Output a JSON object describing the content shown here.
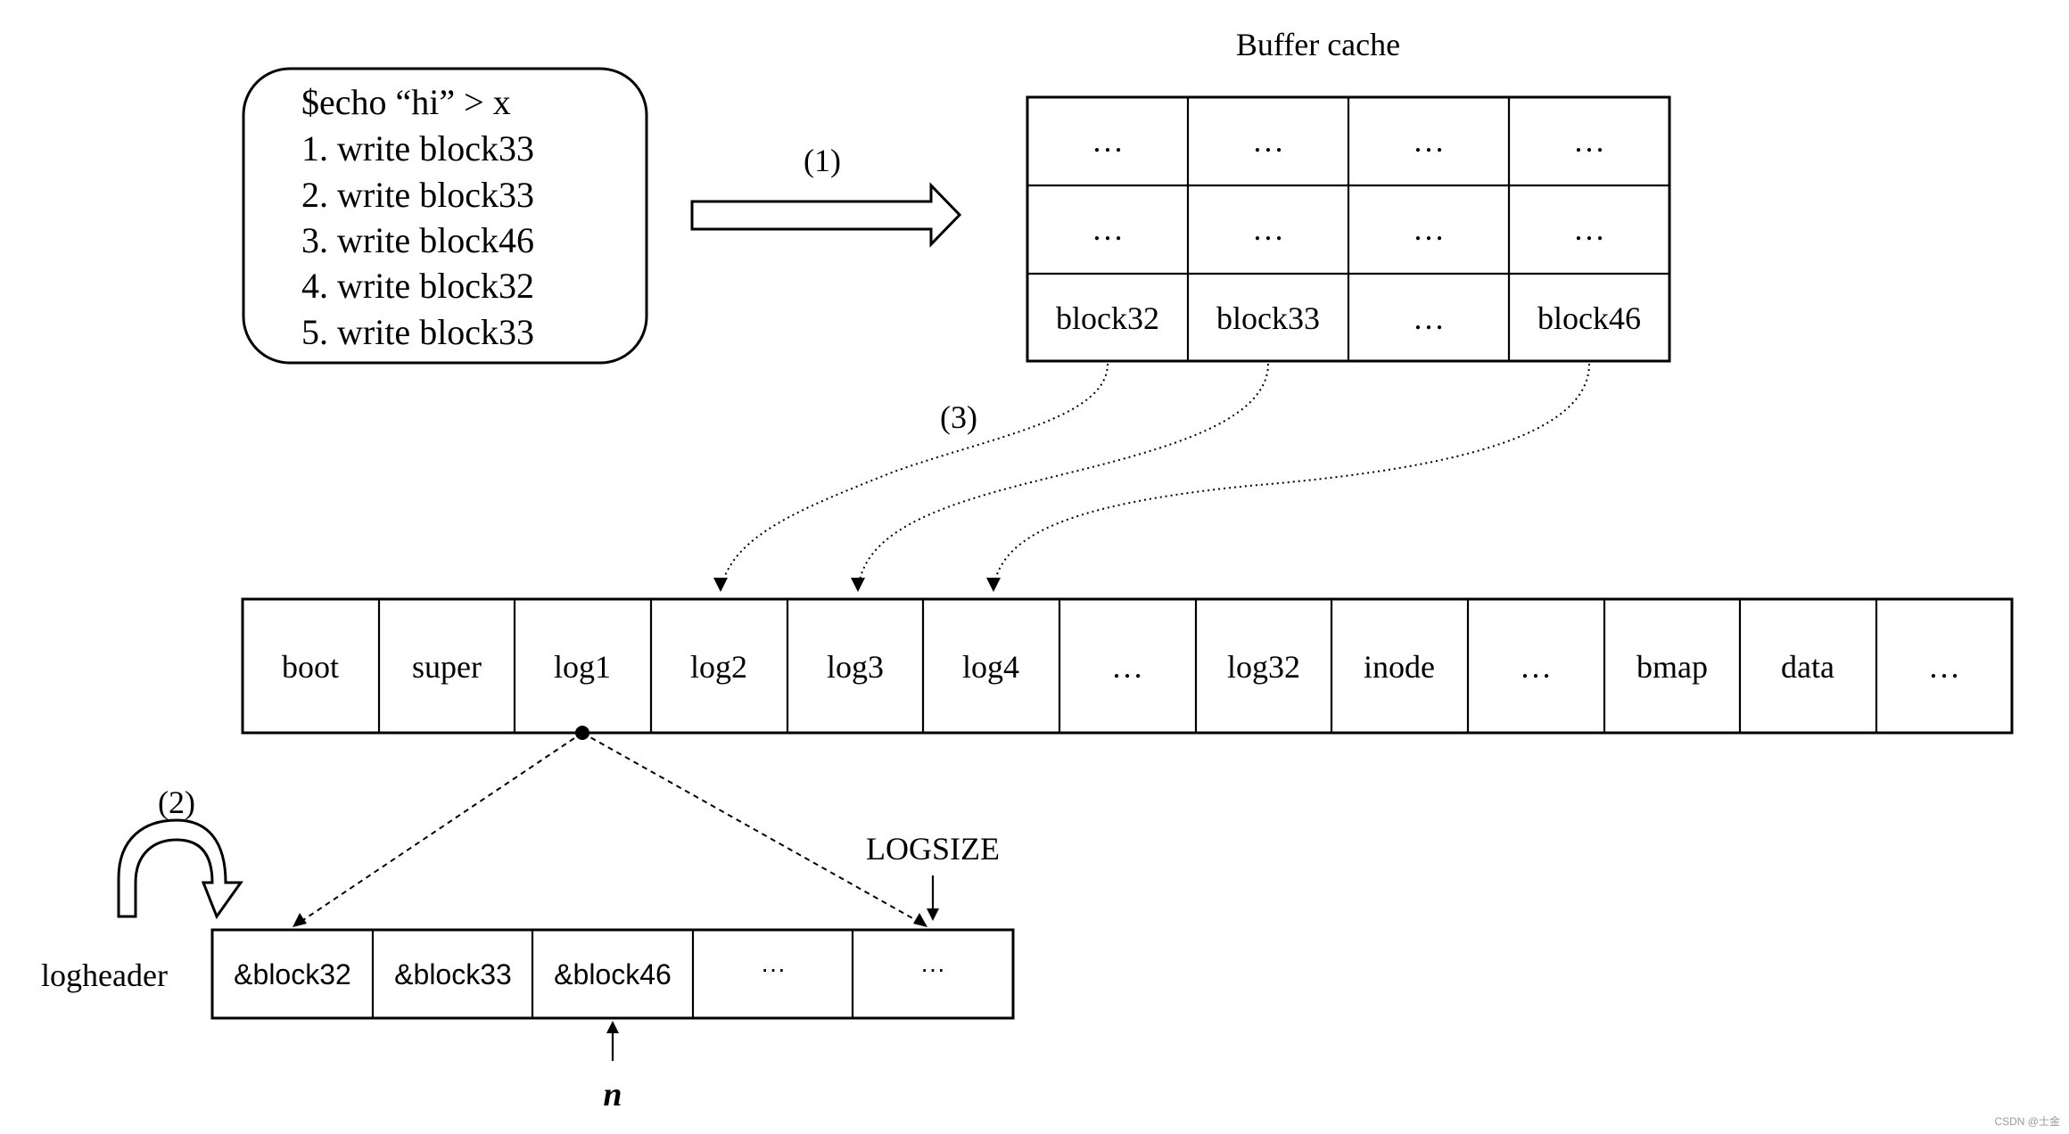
{
  "command_box": {
    "lines": [
      "$echo “hi” > x",
      "1. write block33",
      "2. write block33",
      "3. write block46",
      "4. write block32",
      "5. write block33"
    ]
  },
  "step_labels": {
    "step1": "(1)",
    "step2": "(2)",
    "step3": "(3)"
  },
  "buffer_cache": {
    "title": "Buffer cache",
    "rows": [
      [
        "…",
        "…",
        "…",
        "…"
      ],
      [
        "…",
        "…",
        "…",
        "…"
      ],
      [
        "block32",
        "block33",
        "…",
        "block46"
      ]
    ]
  },
  "disk_layout": {
    "cells": [
      "boot",
      "super",
      "log1",
      "log2",
      "log3",
      "log4",
      "…",
      "log32",
      "inode",
      "…",
      "bmap",
      "data",
      "…"
    ]
  },
  "logheader": {
    "label": "logheader",
    "cells": [
      "&block32",
      "&block33",
      "&block46",
      "···",
      "···"
    ],
    "logsize_label": "LOGSIZE",
    "n_label": "n"
  },
  "watermark": "CSDN @士金"
}
